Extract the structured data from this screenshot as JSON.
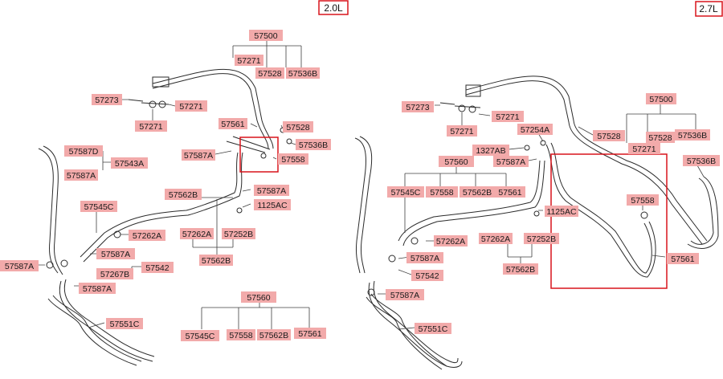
{
  "engine_tags": {
    "left": "2.0L",
    "right": "2.7L"
  },
  "colors": {
    "label_bg": "#f2aaaa",
    "highlight_box": "#d8141b"
  },
  "left": {
    "p57500": "57500",
    "p57271_top": "57271",
    "p57528_top": "57528",
    "p57536B_top": "57536B",
    "p57273": "57273",
    "p57271_a": "57271",
    "p57271_b": "57271",
    "p57561": "57561",
    "p57528": "57528",
    "p57536B": "57536B",
    "p57587D": "57587D",
    "p57543A": "57543A",
    "p57587A_1": "57587A",
    "p57587A_2": "57587A",
    "p57558": "57558",
    "p57562B": "57562B",
    "p57587A_3": "57587A",
    "p1125AC": "1125AC",
    "p57545C": "57545C",
    "p57262A": "57262A",
    "p57262A_2": "57262A",
    "p57252B": "57252B",
    "p57562B_2": "57562B",
    "p57587A_4": "57587A",
    "p57587A_5": "57587A",
    "p57542": "57542",
    "p57267B": "57267B",
    "p57587A_6": "57587A",
    "p57551C": "57551C",
    "p57560": "57560",
    "p57545C_b": "57545C",
    "p57558_b": "57558",
    "p57562B_b": "57562B",
    "p57561_b": "57561"
  },
  "right": {
    "p57273": "57273",
    "p57271_a": "57271",
    "p57271_b": "57271",
    "p57500": "57500",
    "p57254A": "57254A",
    "p57528": "57528",
    "p57528_b": "57528",
    "p57536B": "57536B",
    "p57271_c": "57271",
    "p1327AB": "1327AB",
    "p57587A_1": "57587A",
    "p57560": "57560",
    "p57536B_b": "57536B",
    "p57545C": "57545C",
    "p57558": "57558",
    "p57562B": "57562B",
    "p57561": "57561",
    "p57558_c": "57558",
    "p1125AC": "1125AC",
    "p57262A": "57262A",
    "p57262A_2": "57262A",
    "p57252B": "57252B",
    "p57587A_2": "57587A",
    "p57542": "57542",
    "p57562B_2": "57562B",
    "p57561_c": "57561",
    "p57587A_3": "57587A",
    "p57551C": "57551C"
  }
}
